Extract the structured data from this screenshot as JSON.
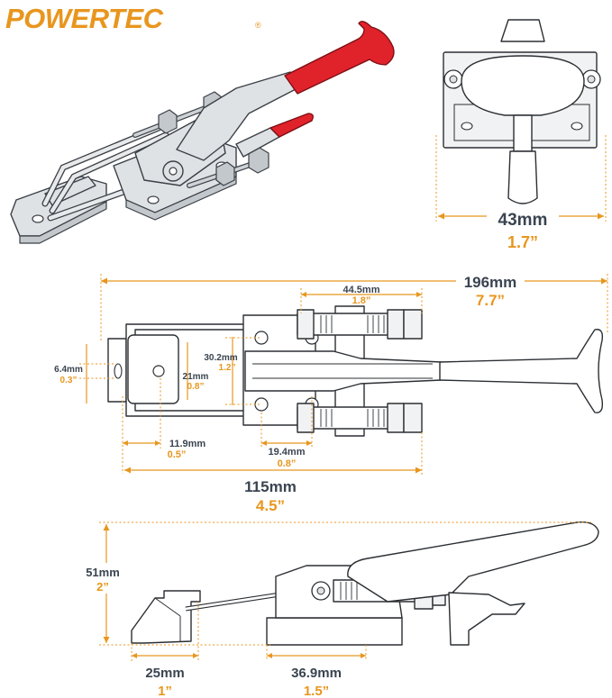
{
  "brand": {
    "name": "POWERTEC",
    "mark": "®",
    "color": "#e8961e"
  },
  "colors": {
    "dimension": "#e8961e",
    "metric_text": "#3a4450",
    "handle_grip": "#e0222b"
  },
  "dimensions": {
    "end_width": {
      "mm": "43mm",
      "in": "1.7”"
    },
    "overall_length": {
      "mm": "196mm",
      "in": "7.7”"
    },
    "bolt_span": {
      "mm": "44.5mm",
      "in": "1.8”"
    },
    "slot_width": {
      "mm": "6.4mm",
      "in": "0.3”"
    },
    "base_hole_span": {
      "mm": "30.2mm",
      "in": "1.2”"
    },
    "hook_hole_span": {
      "mm": "21mm",
      "in": "0.8”"
    },
    "hook_offset": {
      "mm": "11.9mm",
      "in": "0.5”"
    },
    "hole_offset": {
      "mm": "19.4mm",
      "in": "0.8”"
    },
    "max_reach": {
      "mm": "115mm",
      "in": "4.5”"
    },
    "height": {
      "mm": "51mm",
      "in": "2”"
    },
    "catch_length": {
      "mm": "25mm",
      "in": "1”"
    },
    "base_length": {
      "mm": "36.9mm",
      "in": "1.5”"
    }
  }
}
